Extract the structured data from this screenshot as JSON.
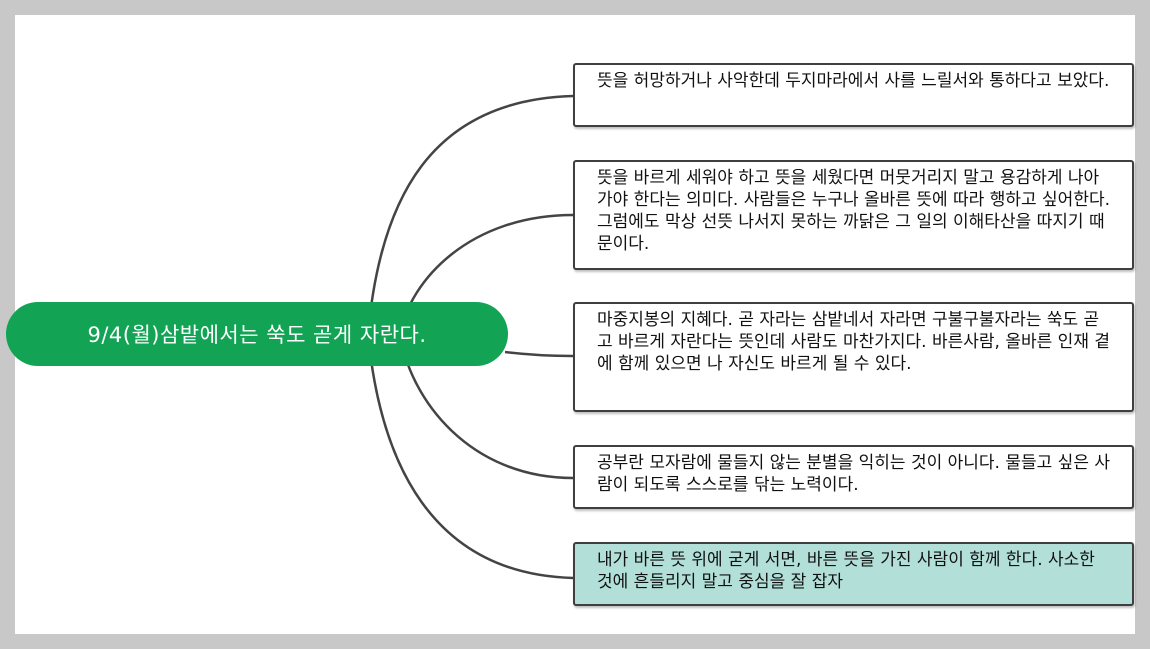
{
  "mindmap": {
    "center": {
      "label": "9/4(월)삼밭에서는 쑥도 곧게 자란다.",
      "color": "#12a454"
    },
    "branches": [
      {
        "text": "뜻을 허망하거나 사악한데 두지마라에서 사를 느릴서와 통하다고 보았다."
      },
      {
        "text": "뜻을 바르게 세워야 하고 뜻을 세웠다면 머뭇거리지 말고 용감하게 나아가야 한다는 의미다. 사람들은 누구나 올바른 뜻에 따라 행하고 싶어한다. 그럼에도 막상 선뜻 나서지 못하는 까닭은 그 일의 이해타산을 따지기 때문이다."
      },
      {
        "text": "마중지봉의 지혜다. 곧 자라는 삼밭네서 자라면 구불구불자라는 쑥도 곧고 바르게 자란다는 뜻인데 사람도 마찬가지다. 바른사람, 올바른 인재 곁에 함께 있으면 나 자신도 바르게 될 수 있다."
      },
      {
        "text": "공부란 모자람에 물들지 않는 분별을 익히는 것이 아니다. 물들고 싶은 사람이 되도록 스스로를 닦는 노력이다."
      },
      {
        "text": "내가 바른 뜻 위에 굳게 서면, 바른 뜻을 가진 사람이 함께 한다. 사소한 것에 흔들리지 말고 중심을 잘 잡자",
        "color": "#b2e0d8"
      }
    ]
  }
}
